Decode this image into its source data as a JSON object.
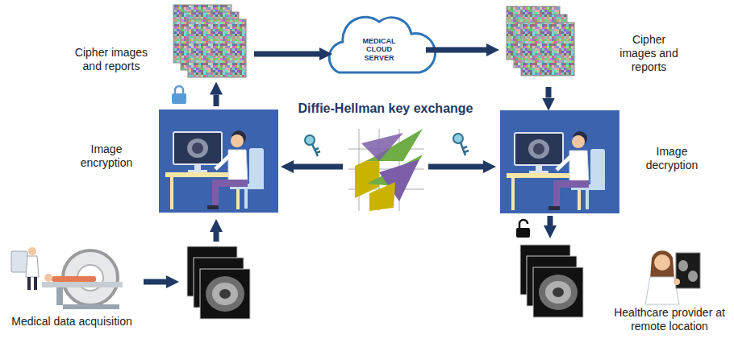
{
  "diagram": {
    "nodes": [
      {
        "text": [
          "Cipher images and reports"
        ]
      },
      {
        "text": [
          "MEDICAL CLOUD SERVER"
        ]
      },
      {
        "text": [
          "Cipher images and reports"
        ]
      },
      {
        "text": [
          "Image encryption"
        ]
      },
      {
        "text": [
          "Diffie-Hellman key exchange"
        ]
      },
      {
        "text": [
          "Image decryption"
        ]
      },
      {
        "text": [
          "Medical data acquisition"
        ]
      },
      {
        "text": [
          "Healthcare provider at remote location"
        ]
      }
    ],
    "edges": [
      {
        "from": 0,
        "to": 1,
        "arrow": "to"
      },
      {
        "from": 1,
        "to": 2,
        "arrow": "to"
      },
      {
        "from": 3,
        "to": 0,
        "arrow": "to"
      },
      {
        "from": 2,
        "to": 5,
        "arrow": "to"
      },
      {
        "from": 4,
        "to": 3,
        "arrow": "to"
      },
      {
        "from": 4,
        "to": 5,
        "arrow": "to"
      }
    ]
  }
}
